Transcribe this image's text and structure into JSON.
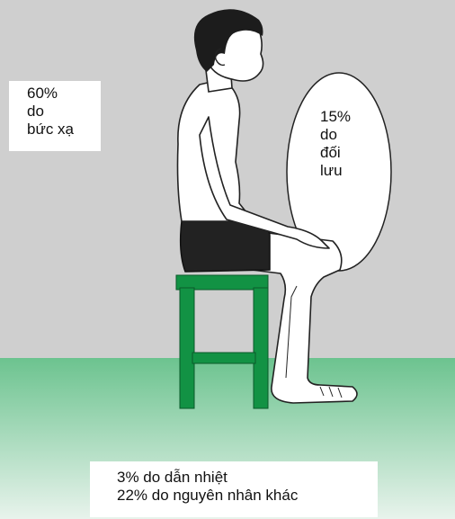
{
  "labels": {
    "radiation": [
      "60%",
      "do",
      "bức xạ"
    ],
    "convection": [
      "15%",
      "do",
      "đối",
      "lưu"
    ],
    "bottom": [
      "3% do dẫn nhiệt",
      "22% do nguyên nhân khác"
    ]
  },
  "colors": {
    "wall": "#cfcfcf",
    "floor_top": "#6cc38f",
    "floor_bottom": "#e8f3ec",
    "stool": "#129244",
    "shorts": "#222222",
    "hair": "#1c1c1c",
    "label_bg": "#ffffff"
  }
}
